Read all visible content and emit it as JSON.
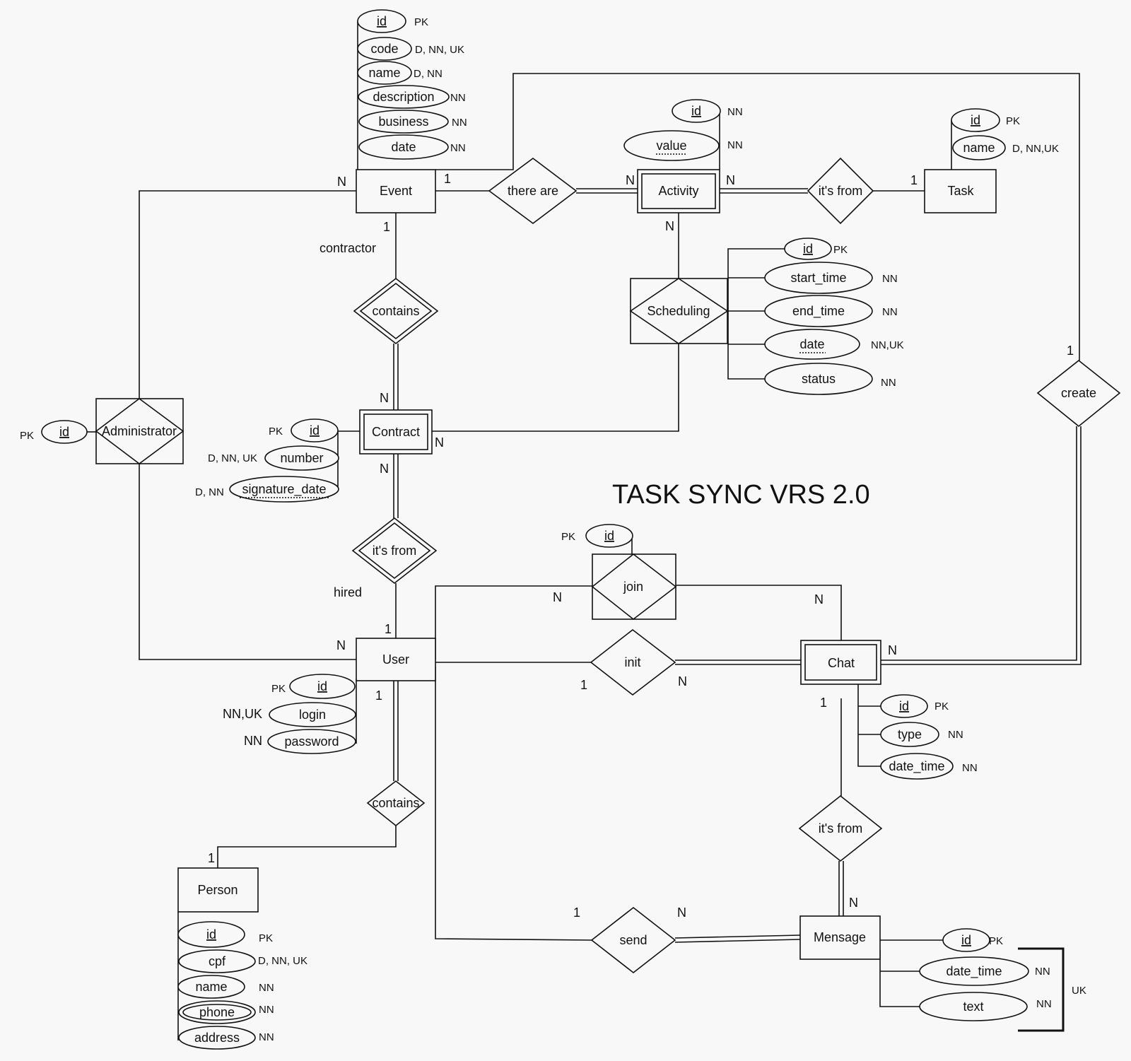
{
  "diagram": {
    "title": "TASK SYNC VRS 2.0",
    "entities": {
      "event": "Event",
      "activity": "Activity",
      "task": "Task",
      "contract": "Contract",
      "user": "User",
      "chat": "Chat",
      "person": "Person",
      "message": "Mensage"
    },
    "relationships": {
      "there_are": "there are",
      "its_from_task": "it's from",
      "contains_contract": "contains",
      "scheduling": "Scheduling",
      "administrator": "Administrator",
      "its_from_user": "it's from",
      "join": "join",
      "init": "init",
      "create": "create",
      "contains_person": "contains",
      "its_from_chat": "it's from",
      "send": "send"
    },
    "role_labels": {
      "contractor": "contractor",
      "hired": "hired"
    },
    "attributes": {
      "event": [
        {
          "name": "id",
          "note": "PK"
        },
        {
          "name": "code",
          "note": "D, NN, UK"
        },
        {
          "name": "name",
          "note": "D, NN"
        },
        {
          "name": "description",
          "note": "NN"
        },
        {
          "name": "business",
          "note": "NN"
        },
        {
          "name": "date",
          "note": "NN"
        }
      ],
      "activity": [
        {
          "name": "id",
          "note": "NN"
        },
        {
          "name": "value",
          "note": "NN"
        }
      ],
      "task": [
        {
          "name": "id",
          "note": "PK"
        },
        {
          "name": "name",
          "note": "D, NN,UK"
        }
      ],
      "scheduling": [
        {
          "name": "id",
          "note": "PK"
        },
        {
          "name": "start_time",
          "note": "NN"
        },
        {
          "name": "end_time",
          "note": "NN"
        },
        {
          "name": "date",
          "note": "NN,UK"
        },
        {
          "name": "status",
          "note": "NN"
        }
      ],
      "administrator": [
        {
          "name": "id",
          "note": "PK"
        }
      ],
      "contract": [
        {
          "name": "id",
          "note": "PK"
        },
        {
          "name": "number",
          "note": "D, NN, UK"
        },
        {
          "name": "signature_date",
          "note": "D, NN"
        }
      ],
      "join": [
        {
          "name": "id",
          "note": "PK"
        }
      ],
      "user": [
        {
          "name": "id",
          "note": "PK"
        },
        {
          "name": "login",
          "note": "NN,UK"
        },
        {
          "name": "password",
          "note": "NN"
        }
      ],
      "chat": [
        {
          "name": "id",
          "note": "PK"
        },
        {
          "name": "type",
          "note": "NN"
        },
        {
          "name": "date_time",
          "note": "NN"
        }
      ],
      "person": [
        {
          "name": "id",
          "note": "PK"
        },
        {
          "name": "cpf",
          "note": "D, NN, UK"
        },
        {
          "name": "name",
          "note": "NN"
        },
        {
          "name": "phone",
          "note": "NN"
        },
        {
          "name": "address",
          "note": "NN"
        }
      ],
      "message": [
        {
          "name": "id",
          "note": "PK"
        },
        {
          "name": "date_time",
          "note": "NN"
        },
        {
          "name": "text",
          "note": "NN"
        }
      ]
    },
    "message_unique_group": "UK",
    "cardinalities": {
      "event_there_are": "1",
      "activity_there_are": "N",
      "activity_its_from": "N",
      "task_its_from": "1",
      "activity_scheduling": "N",
      "event_contains": "1",
      "contract_contains": "N",
      "contract_scheduling": "N",
      "contract_its_from": "N",
      "user_its_from": "1",
      "event_admin": "N",
      "user_admin": "N",
      "user_join": "N",
      "chat_join": "N",
      "user_init": "1",
      "chat_init": "N",
      "chat_create": "N",
      "event_create": "1",
      "user_contains": "1",
      "person_contains": "1",
      "chat_its_from": "1",
      "message_its_from": "N",
      "user_send": "1",
      "message_send": "N"
    }
  }
}
